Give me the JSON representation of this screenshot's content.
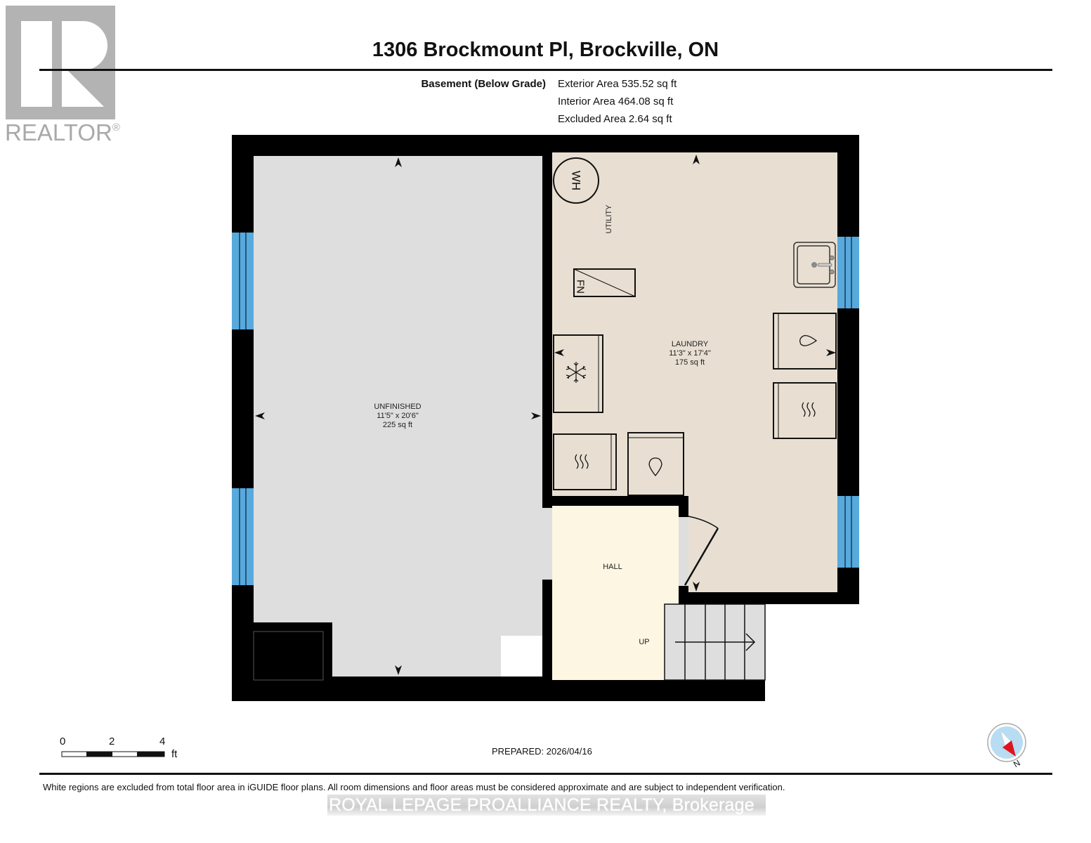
{
  "branding": {
    "logo_letter": "R",
    "logo_text": "REALTOR",
    "logo_mark": "®",
    "watermark": "ROYAL LEPAGE PROALLIANCE REALTY, Brokerage"
  },
  "header": {
    "title": "1306 Brockmount Pl, Brockville, ON",
    "level_label": "Basement (Below Grade)",
    "areas": [
      {
        "label": "Exterior Area",
        "value": "535.52 sq ft",
        "text": "Exterior Area 535.52 sq ft"
      },
      {
        "label": "Interior Area",
        "value": "464.08 sq ft",
        "text": "Interior Area 464.08 sq ft"
      },
      {
        "label": "Excluded Area",
        "value": "2.64 sq ft",
        "text": "Excluded Area 2.64 sq ft"
      }
    ]
  },
  "rooms": {
    "unfinished": {
      "name": "UNFINISHED",
      "dims": "11'5\" x 20'6\"",
      "area": "225 sq ft",
      "color": "#dedede"
    },
    "laundry": {
      "name": "LAUNDRY",
      "dims": "11'3\" x 17'4\"",
      "area": "175 sq ft",
      "color": "#e8dfd2"
    },
    "utility": {
      "name": "UTILITY"
    },
    "hall": {
      "name": "HALL",
      "color": "#fdf6e3"
    },
    "stairs": {
      "label": "UP",
      "color": "#dedede"
    }
  },
  "fixtures": {
    "water_heater": "WH",
    "furnace": "FN",
    "sink": "sink-icon",
    "freezer": "snowflake-icon",
    "washer": "water-drop-icon",
    "dryer": "heat-waves-icon"
  },
  "colors": {
    "wall": "#000000",
    "window": "#58a9dc",
    "window_line": "#0b2a45",
    "excluded": "#ffffff",
    "compass_fill": "#b8dcf2",
    "compass_needle": "#e0141e"
  },
  "scale_bar": {
    "ticks": [
      "0",
      "2",
      "4"
    ],
    "unit": "ft"
  },
  "compass": {
    "label": "N"
  },
  "footer": {
    "prepared": "PREPARED: 2026/04/16",
    "disclaimer": "White regions are excluded from total floor area in iGUIDE floor plans. All room dimensions and floor areas must be considered approximate and are subject to independent verification."
  }
}
